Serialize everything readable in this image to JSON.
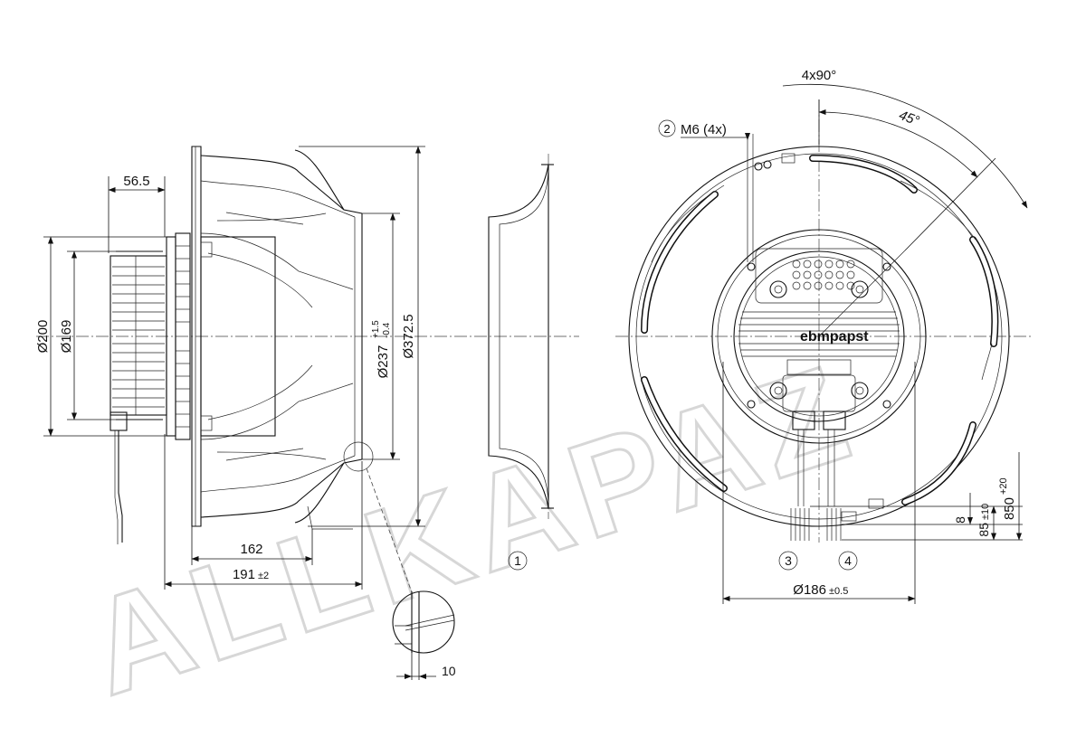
{
  "watermark": "ALLKAPAZ",
  "side_view": {
    "dim_hub_width": "56.5",
    "dim_dia_200": "Ø200",
    "dim_dia_169": "Ø169",
    "dim_dia_237": "Ø237",
    "dim_tol_237_upper": "+1.5",
    "dim_tol_237_lower": "-0.4",
    "dim_dia_372": "Ø372.5",
    "dim_length_162": "162",
    "dim_length_191": "191",
    "dim_tol_191": "±2",
    "dim_detail_10": "10"
  },
  "inlet_ring": {
    "callout_1": "1"
  },
  "front_view": {
    "angle_spacing": "4x90°",
    "angle_offset": "45°",
    "callout_2": "2",
    "mount_thread": "M6 (4x)",
    "logo_text": "ebmpapst",
    "dim_dia_186": "Ø186",
    "dim_tol_186": "±0.5",
    "callout_3": "3",
    "callout_4": "4",
    "dim_8": "8",
    "dim_85": "85",
    "dim_tol_85": "±10",
    "dim_850": "850",
    "dim_tol_850": "+20"
  }
}
